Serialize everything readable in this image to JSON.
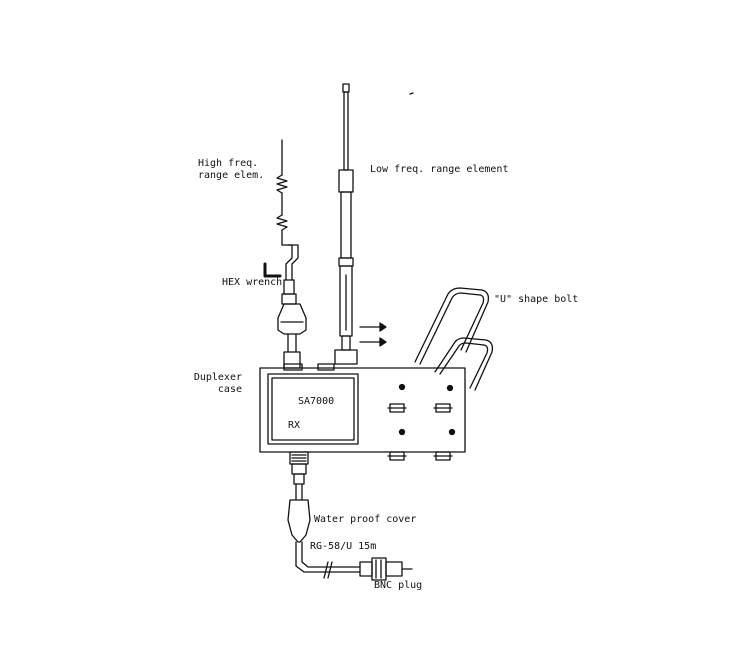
{
  "labels": {
    "high_freq": "High freq.\nrange elem.",
    "low_freq": "Low freq. range element",
    "hex_wrench": "HEX wrench",
    "u_bolt": "\"U\" shape bolt",
    "duplexer": "Duplexer\ncase",
    "model": "SA7000",
    "rx": "RX",
    "waterproof": "Water proof cover",
    "cable": "RG-58/U 15m",
    "bnc": "BNC plug"
  },
  "colors": {
    "ink": "#111111",
    "background": "#ffffff"
  }
}
